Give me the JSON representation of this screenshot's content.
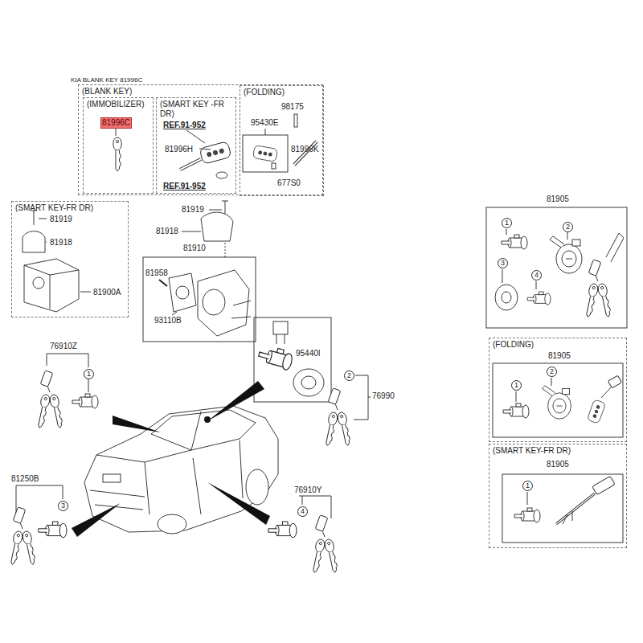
{
  "diagram": {
    "nodes": [
      {
        "text": [
          "(BLANK KEY)"
        ]
      },
      {
        "text": [
          "(IMMOBILIZER)"
        ],
        "in": 0
      },
      {
        "text": [
          "(SMART KEY -FR DR)"
        ],
        "in": 0
      },
      {
        "text": [
          "(FOLDING)"
        ],
        "in": 0
      },
      {
        "text": [
          "(SMART KEY-FR DR)"
        ]
      },
      {
        "text": [
          "(FOLDING)"
        ]
      },
      {
        "text": [
          "(SMART KEY-FR DR)"
        ]
      }
    ],
    "labels": [
      "KIA BLANK KEY 81996C",
      "81996C",
      "REF.91-952",
      "81996H",
      "REF.91-952",
      "98175",
      "95430E",
      "81996K",
      "677S0",
      "81919",
      "81918",
      "81900A",
      "81919",
      "81918",
      "81910",
      "81958",
      "93110B",
      "95440I",
      "76910Z",
      "1",
      "2",
      "76990",
      "81250B",
      "3",
      "76910Y",
      "4",
      "81905",
      "1",
      "2",
      "3",
      "4",
      "81905",
      "1",
      "2",
      "81905",
      "1"
    ]
  }
}
